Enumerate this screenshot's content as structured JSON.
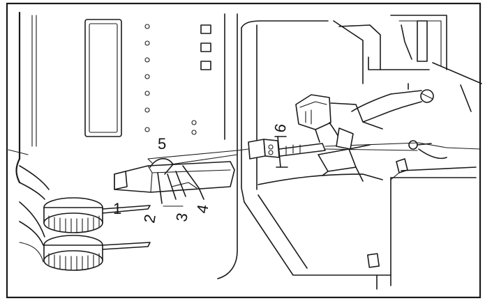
{
  "callouts": [
    {
      "label": "1"
    },
    {
      "label": "2"
    },
    {
      "label": "3"
    },
    {
      "label": "4"
    },
    {
      "label": "5"
    },
    {
      "label": "6"
    }
  ],
  "colors": {
    "ink": "#1a1a1a",
    "paper": "#ffffff"
  }
}
